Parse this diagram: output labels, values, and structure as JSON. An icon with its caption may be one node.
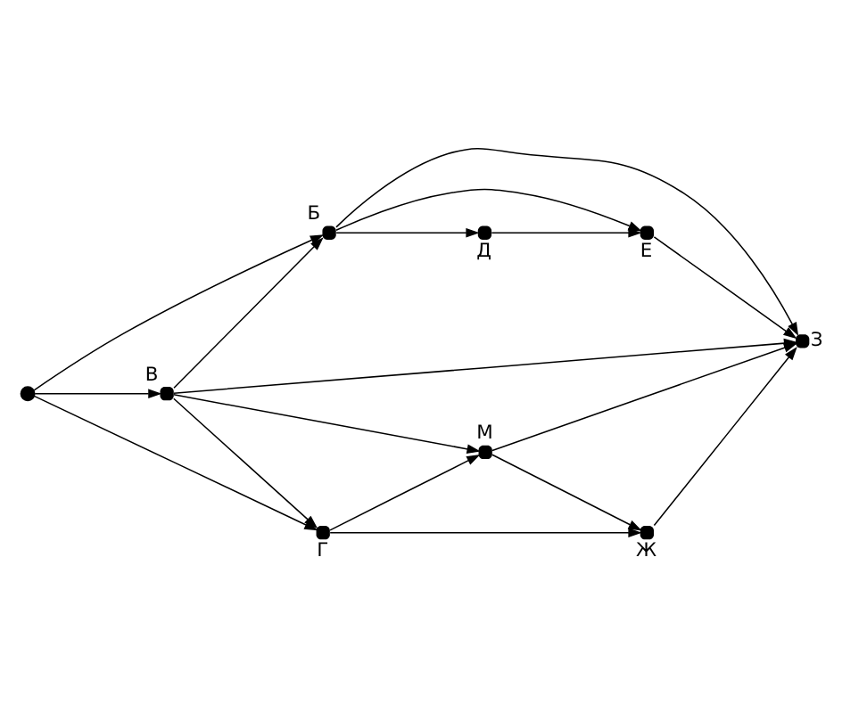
{
  "diagram": {
    "nodes": [
      {
        "text": [],
        "shape": "circle"
      },
      {
        "text": [],
        "shape": "circle",
        "beside": [
          "Б"
        ]
      },
      {
        "text": [],
        "shape": "circle",
        "beside": [
          "В"
        ]
      },
      {
        "text": [],
        "shape": "circle",
        "beside": [
          "Г"
        ]
      },
      {
        "text": [],
        "shape": "circle",
        "beside": [
          "Д"
        ]
      },
      {
        "text": [],
        "shape": "circle",
        "beside": [
          "Е"
        ]
      },
      {
        "text": [],
        "shape": "circle",
        "beside": [
          "М"
        ]
      },
      {
        "text": [],
        "shape": "circle",
        "beside": [
          "З"
        ]
      },
      {
        "text": [],
        "shape": "circle",
        "beside": [
          "Ж"
        ]
      }
    ],
    "edges": [
      {
        "from": 0,
        "to": 1,
        "arrow": "to"
      },
      {
        "from": 0,
        "to": 2,
        "arrow": "to"
      },
      {
        "from": 0,
        "to": 3,
        "arrow": "to"
      },
      {
        "from": 2,
        "to": 1,
        "arrow": "to"
      },
      {
        "from": 2,
        "to": 3,
        "arrow": "to"
      },
      {
        "from": 2,
        "to": 6,
        "arrow": "to"
      },
      {
        "from": 2,
        "to": 7,
        "arrow": "to"
      },
      {
        "from": 1,
        "to": 4,
        "arrow": "to"
      },
      {
        "from": 1,
        "to": 5,
        "arrow": "to"
      },
      {
        "from": 1,
        "to": 7,
        "arrow": "to"
      },
      {
        "from": 4,
        "to": 5,
        "arrow": "to"
      },
      {
        "from": 5,
        "to": 7,
        "arrow": "to"
      },
      {
        "from": 3,
        "to": 6,
        "arrow": "to"
      },
      {
        "from": 3,
        "to": 8,
        "arrow": "to"
      },
      {
        "from": 6,
        "to": 7,
        "arrow": "to"
      },
      {
        "from": 6,
        "to": 8,
        "arrow": "to"
      },
      {
        "from": 8,
        "to": 7,
        "arrow": "to"
      }
    ]
  }
}
